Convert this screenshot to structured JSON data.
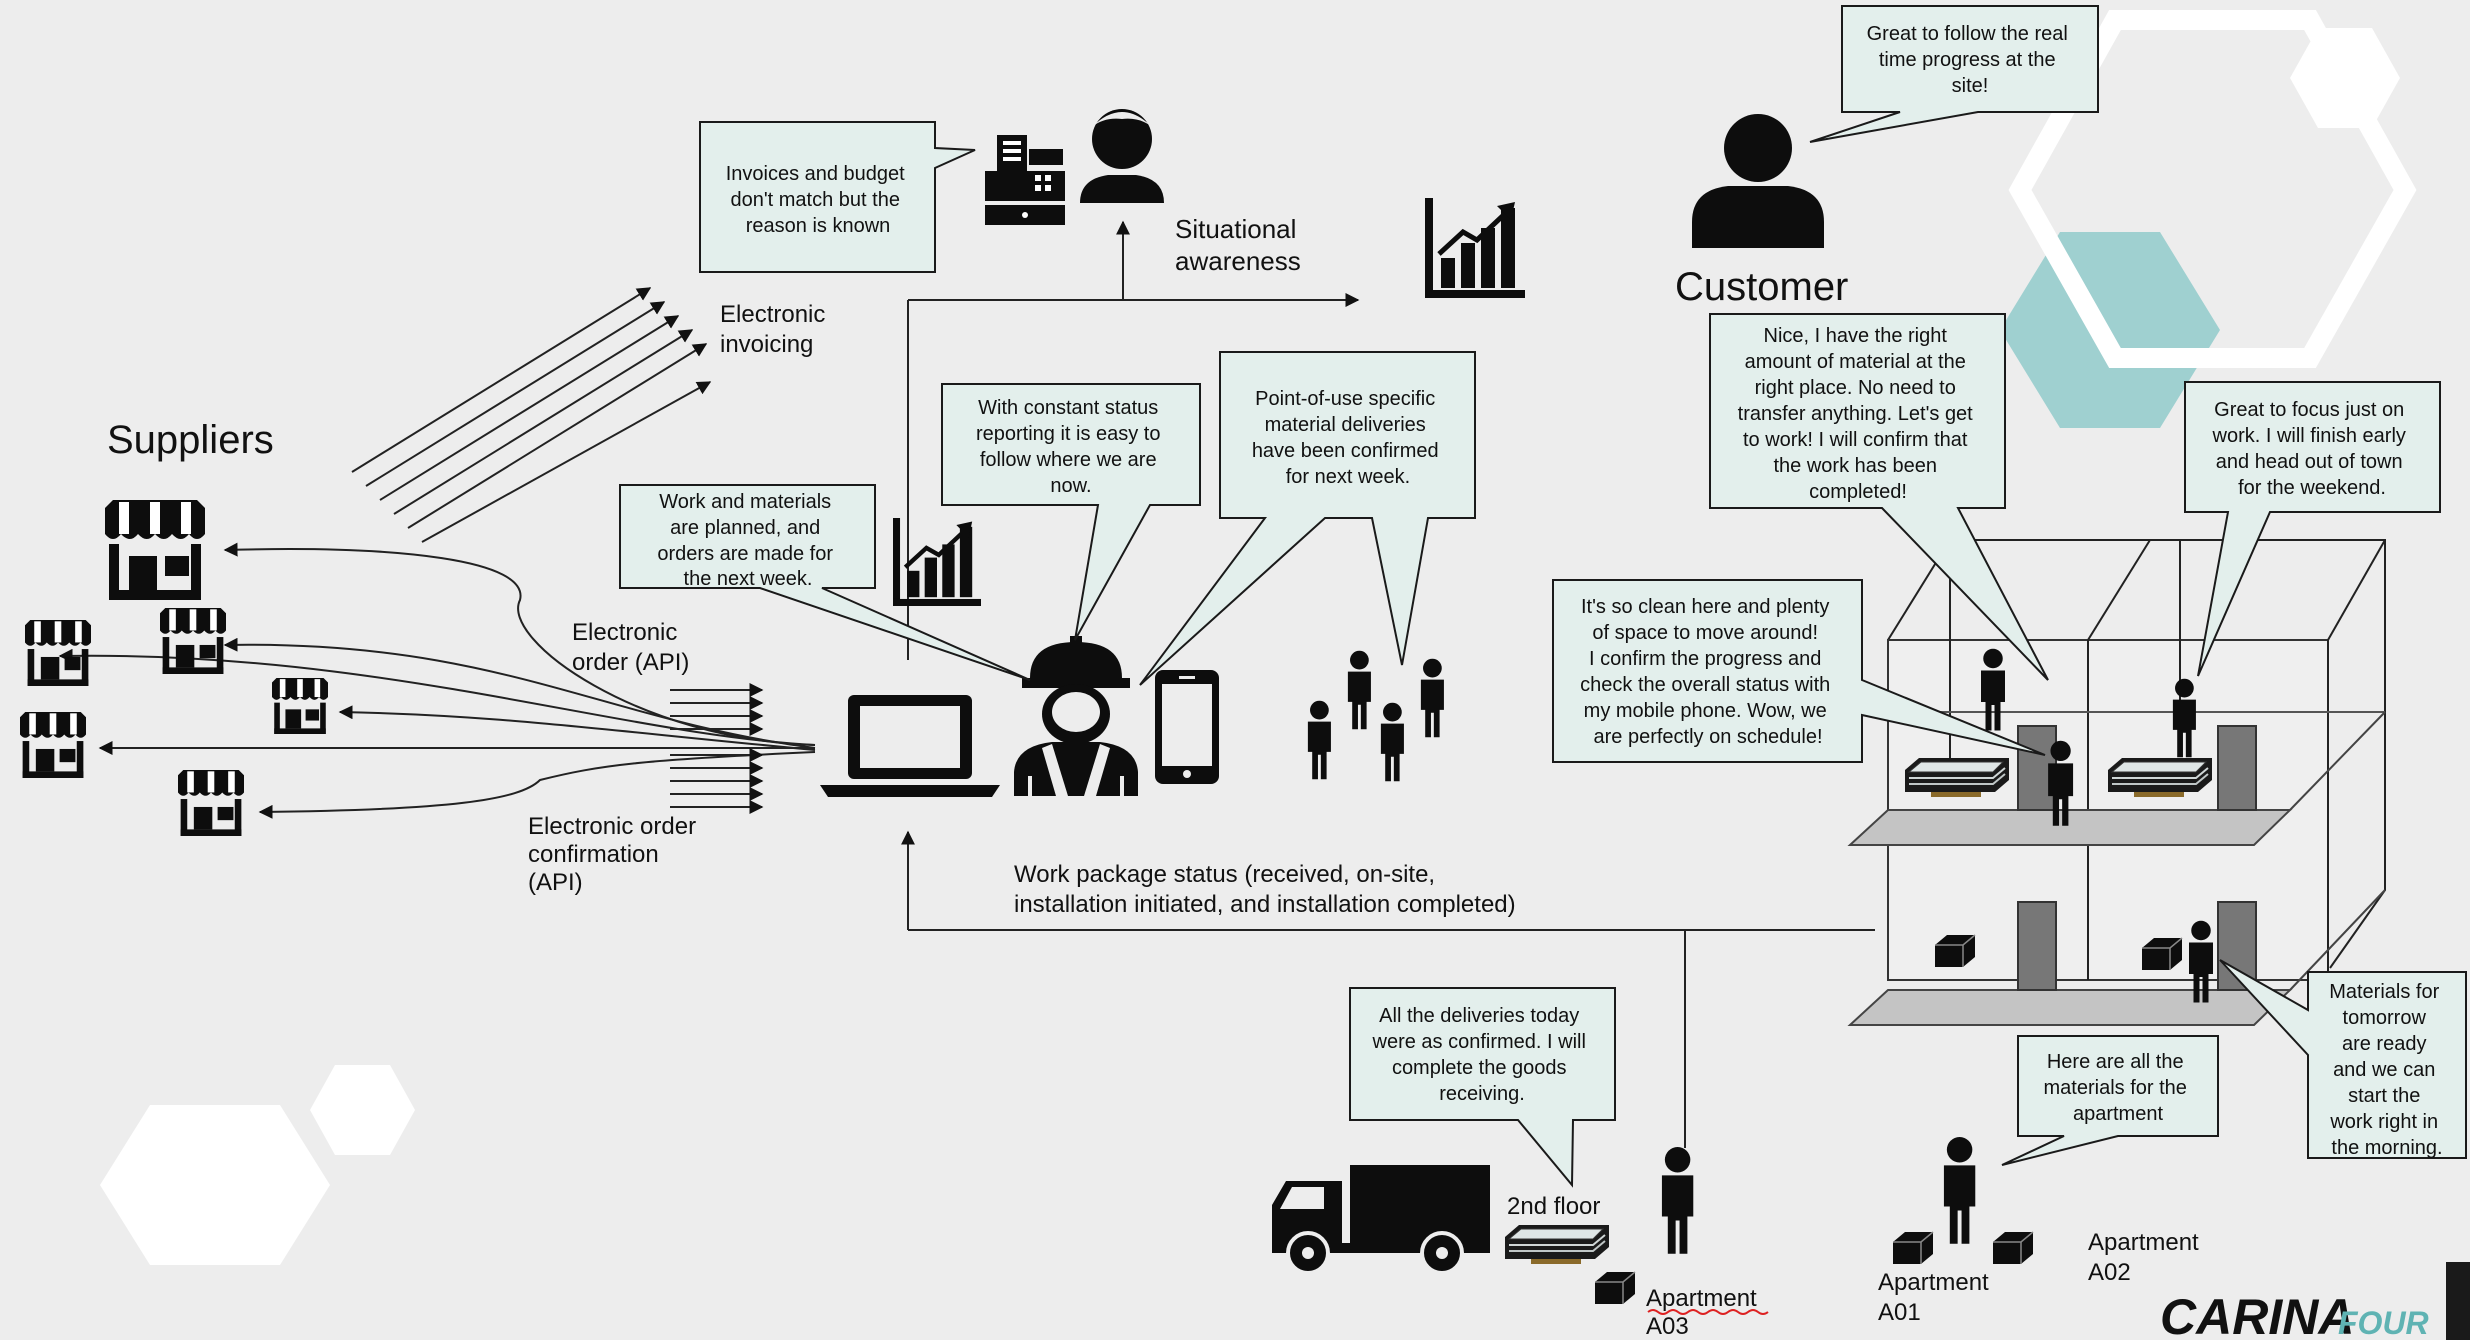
{
  "labels": {
    "suppliers": "Suppliers",
    "customer": "Customer",
    "electronic_invoicing": [
      "Electronic",
      "invoicing"
    ],
    "electronic_order": [
      "Electronic",
      "order (API)"
    ],
    "order_confirmation": [
      "Electronic order",
      "confirmation",
      "(API)"
    ],
    "situational_awareness": [
      "Situational",
      "awareness"
    ],
    "work_package_status": [
      "Work package status (received, on-site,",
      "installation initiated, and installation completed)"
    ],
    "second_floor": "2nd floor",
    "apt_a03": [
      "Apartment",
      "A03"
    ],
    "apt_a01": [
      "Apartment",
      "A01"
    ],
    "apt_a02": [
      "Apartment",
      "A02"
    ],
    "logo_main": "CARINA",
    "logo_suffix": "FOUR"
  },
  "bubbles": {
    "invoices": [
      "Invoices and budget",
      "don't match  but the",
      "reason is known"
    ],
    "customer_progress": [
      "Great to follow the real",
      "time progress at the",
      "site!"
    ],
    "status_reporting": [
      "With constant status",
      "reporting it is easy to",
      "follow where we are",
      "now."
    ],
    "point_of_use": [
      "Point-of-use specific",
      "material deliveries",
      "have been confirmed",
      "for next week."
    ],
    "work_planned": [
      "Work and materials",
      "are planned, and",
      "orders are made for",
      "the next week."
    ],
    "right_amount": [
      "Nice, I have the right",
      "amount of  material at the",
      "right place. No need to",
      "transfer anything. Let's get",
      "to work! I will confirm that",
      "the work has been",
      "completed!"
    ],
    "focus_work": [
      "Great to focus just on",
      "work. I will finish early",
      "and head out of town",
      "for the weekend."
    ],
    "clean_space": [
      "It's so clean here and plenty",
      "of space to move around!",
      "I confirm the progress and",
      "check the overall status with",
      "my mobile phone. Wow, we",
      "are perfectly on schedule!"
    ],
    "deliveries_today": [
      "All the deliveries today",
      "were as confirmed. I will",
      "complete the goods",
      "receiving."
    ],
    "materials_apartment": [
      "Here are all the",
      "materials for the",
      "apartment"
    ],
    "materials_tomorrow": [
      "Materials for",
      "tomorrow",
      "are ready",
      "and we can",
      "start the",
      "work right in",
      "the morning."
    ]
  },
  "colors": {
    "background": "#ededed",
    "bubble_fill": "#e3efec",
    "hexagon_teal": "#9fd0d0",
    "logo_teal": "#5fb3b3",
    "ink": "#0d0d0d"
  },
  "icons": [
    "store-icon",
    "cash-register-icon",
    "person-icon",
    "bar-chart-icon",
    "laptop-icon",
    "construction-worker-icon",
    "smartphone-icon",
    "truck-icon",
    "box-icon",
    "material-pallet-icon"
  ]
}
